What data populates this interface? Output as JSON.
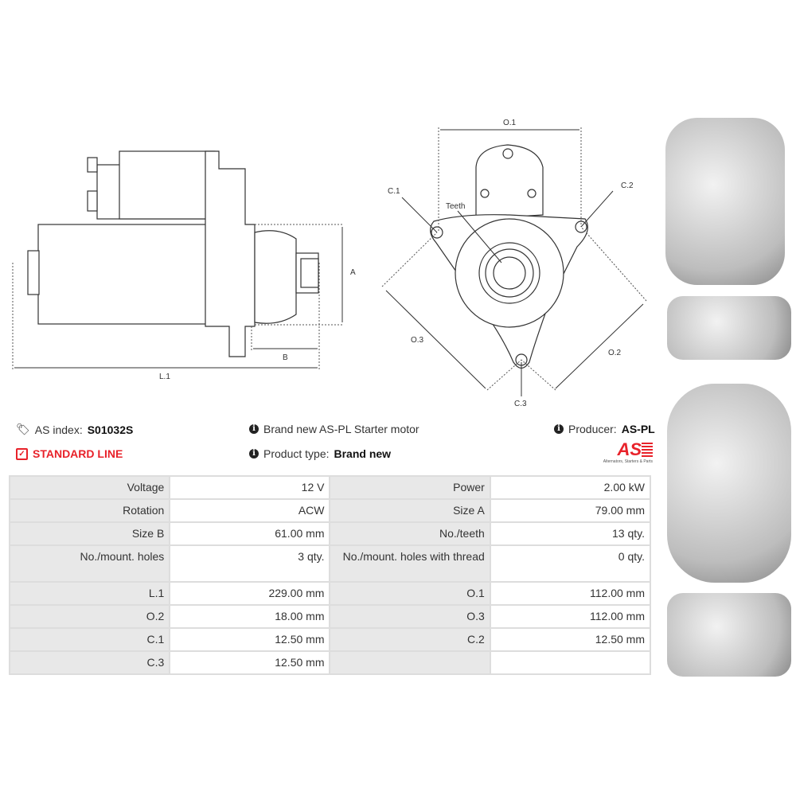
{
  "diagrams": {
    "side_view": {
      "labels": {
        "A": "A",
        "B": "B",
        "L1": "L.1"
      }
    },
    "front_view": {
      "labels": {
        "O1": "O.1",
        "O2": "O.2",
        "O3": "O.3",
        "C1": "C.1",
        "C2": "C.2",
        "C3": "C.3",
        "teeth": "Teeth"
      }
    }
  },
  "info": {
    "as_index_label": "AS index:",
    "as_index_value": "S01032S",
    "line": "STANDARD LINE",
    "description": "Brand new AS-PL Starter motor",
    "product_type_label": "Product type:",
    "product_type_value": "Brand new",
    "producer_label": "Producer:",
    "producer_value": "AS-PL",
    "logo_text": "AS",
    "logo_tagline": "Alternators, Starters & Parts",
    "accent_color": "#e8222a"
  },
  "specs": [
    {
      "l1": "Voltage",
      "v1": "12 V",
      "l2": "Power",
      "v2": "2.00 kW"
    },
    {
      "l1": "Rotation",
      "v1": "ACW",
      "l2": "Size A",
      "v2": "79.00 mm"
    },
    {
      "l1": "Size B",
      "v1": "61.00 mm",
      "l2": "No./teeth",
      "v2": "13 qty."
    },
    {
      "l1": "No./mount. holes",
      "v1": "3 qty.",
      "l2": "No./mount. holes with thread",
      "v2": "0 qty."
    },
    {
      "l1": "L.1",
      "v1": "229.00 mm",
      "l2": "O.1",
      "v2": "112.00 mm"
    },
    {
      "l1": "O.2",
      "v1": "18.00 mm",
      "l2": "O.3",
      "v2": "112.00 mm"
    },
    {
      "l1": "C.1",
      "v1": "12.50 mm",
      "l2": "C.2",
      "v2": "12.50 mm"
    },
    {
      "l1": "C.3",
      "v1": "12.50 mm",
      "l2": "",
      "v2": ""
    }
  ]
}
